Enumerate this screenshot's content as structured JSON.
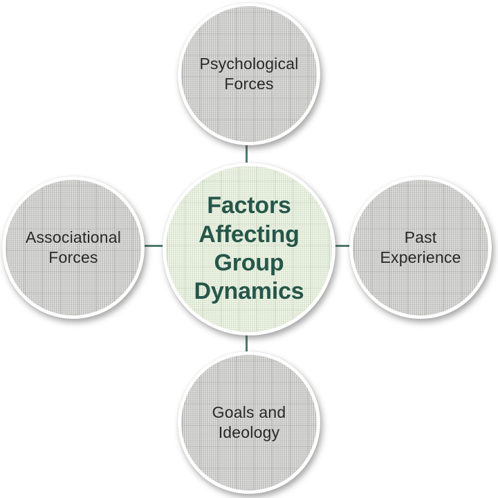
{
  "diagram": {
    "title": "Factors Affecting Group Dynamics",
    "center": {
      "label": "Factors\nAffecting\nGroup\nDynamics"
    },
    "nodes": [
      {
        "id": "psychological-forces",
        "position": "top",
        "label": "Psychological\nForces"
      },
      {
        "id": "associational-forces",
        "position": "left",
        "label": "Associational\nForces"
      },
      {
        "id": "past-experience",
        "position": "right",
        "label": "Past\nExperience"
      },
      {
        "id": "goals-and-ideology",
        "position": "bottom",
        "label": "Goals and\nIdeology"
      }
    ],
    "colors": {
      "background": "#ffffff",
      "center_fill": "#e4edda",
      "center_text": "#26564a",
      "satellite_fill": "#cbcbc9",
      "satellite_text": "#282828",
      "connector": "#4f7a6e",
      "ring": "#ffffff"
    }
  }
}
